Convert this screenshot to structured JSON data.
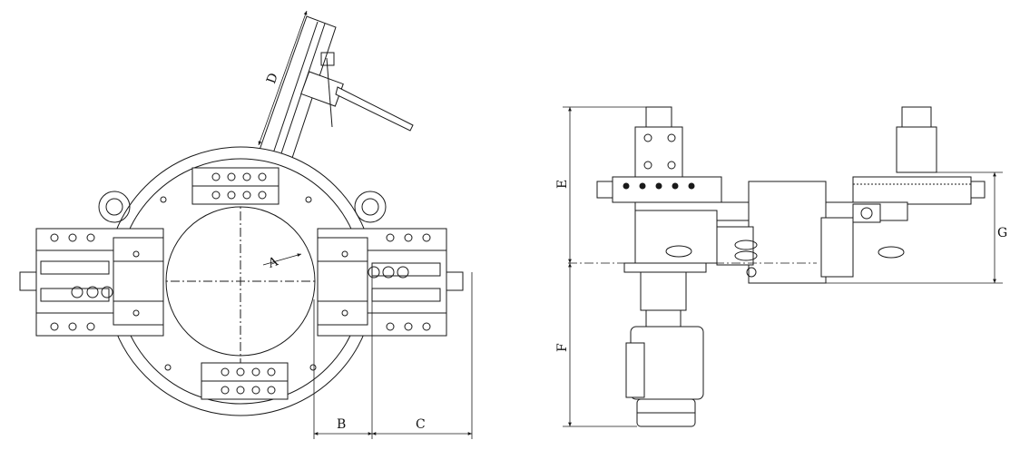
{
  "drawing": {
    "line_color": "#1a1a1a",
    "background": "#ffffff"
  },
  "front_view": {
    "dimension_labels": {
      "a": "A",
      "b": "B",
      "c": "C",
      "d": "D"
    }
  },
  "side_view": {
    "dimension_labels": {
      "e": "E",
      "f": "F",
      "g": "G"
    }
  }
}
